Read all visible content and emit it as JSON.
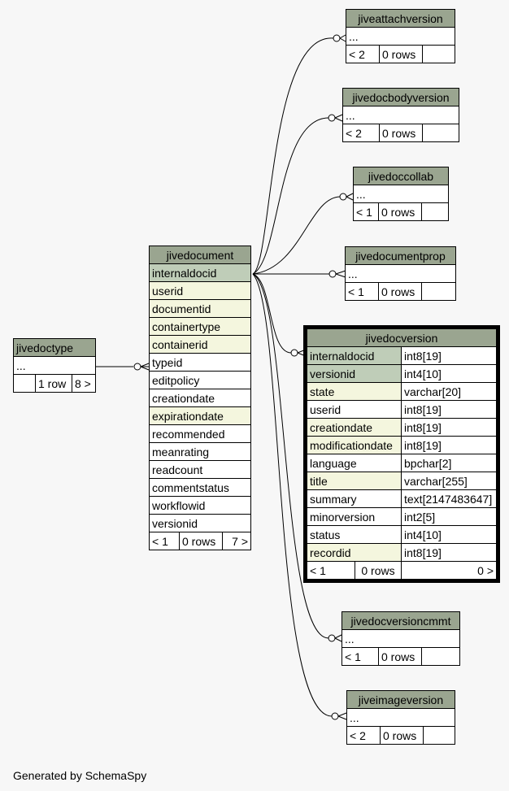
{
  "tables": {
    "jiveattachversion": {
      "name": "jiveattachversion",
      "ellipsis": "...",
      "children": "< 2",
      "rows": "0 rows"
    },
    "jivedocbodyversion": {
      "name": "jivedocbodyversion",
      "ellipsis": "...",
      "children": "< 2",
      "rows": "0 rows"
    },
    "jivedoccollab": {
      "name": "jivedoccollab",
      "ellipsis": "...",
      "children": "< 1",
      "rows": "0 rows"
    },
    "jivedocumentprop": {
      "name": "jivedocumentprop",
      "ellipsis": "...",
      "children": "< 1",
      "rows": "0 rows"
    },
    "jivedoctype": {
      "name": "jivedoctype",
      "ellipsis": "...",
      "rows": "1 row",
      "parents": "8 >"
    },
    "jivedocument": {
      "name": "jivedocument",
      "columns": [
        "internaldocid",
        "userid",
        "documentid",
        "containertype",
        "containerid",
        "typeid",
        "editpolicy",
        "creationdate",
        "expirationdate",
        "recommended",
        "meanrating",
        "readcount",
        "commentstatus",
        "workflowid",
        "versionid"
      ],
      "children": "< 1",
      "rows": "0 rows",
      "parents": "7 >"
    },
    "jivedocversion": {
      "name": "jivedocversion",
      "columns": [
        {
          "name": "internaldocid",
          "type": "int8[19]"
        },
        {
          "name": "versionid",
          "type": "int4[10]"
        },
        {
          "name": "state",
          "type": "varchar[20]"
        },
        {
          "name": "userid",
          "type": "int8[19]"
        },
        {
          "name": "creationdate",
          "type": "int8[19]"
        },
        {
          "name": "modificationdate",
          "type": "int8[19]"
        },
        {
          "name": "language",
          "type": "bpchar[2]"
        },
        {
          "name": "title",
          "type": "varchar[255]"
        },
        {
          "name": "summary",
          "type": "text[2147483647]"
        },
        {
          "name": "minorversion",
          "type": "int2[5]"
        },
        {
          "name": "status",
          "type": "int4[10]"
        },
        {
          "name": "recordid",
          "type": "int8[19]"
        }
      ],
      "children": "< 1",
      "rows": "0 rows",
      "parents": "0 >"
    },
    "jivedocversioncmmt": {
      "name": "jivedocversioncmmt",
      "ellipsis": "...",
      "children": "< 1",
      "rows": "0 rows"
    },
    "jiveimageversion": {
      "name": "jiveimageversion",
      "ellipsis": "...",
      "children": "< 2",
      "rows": "0 rows"
    }
  },
  "footer": "Generated by SchemaSpy"
}
